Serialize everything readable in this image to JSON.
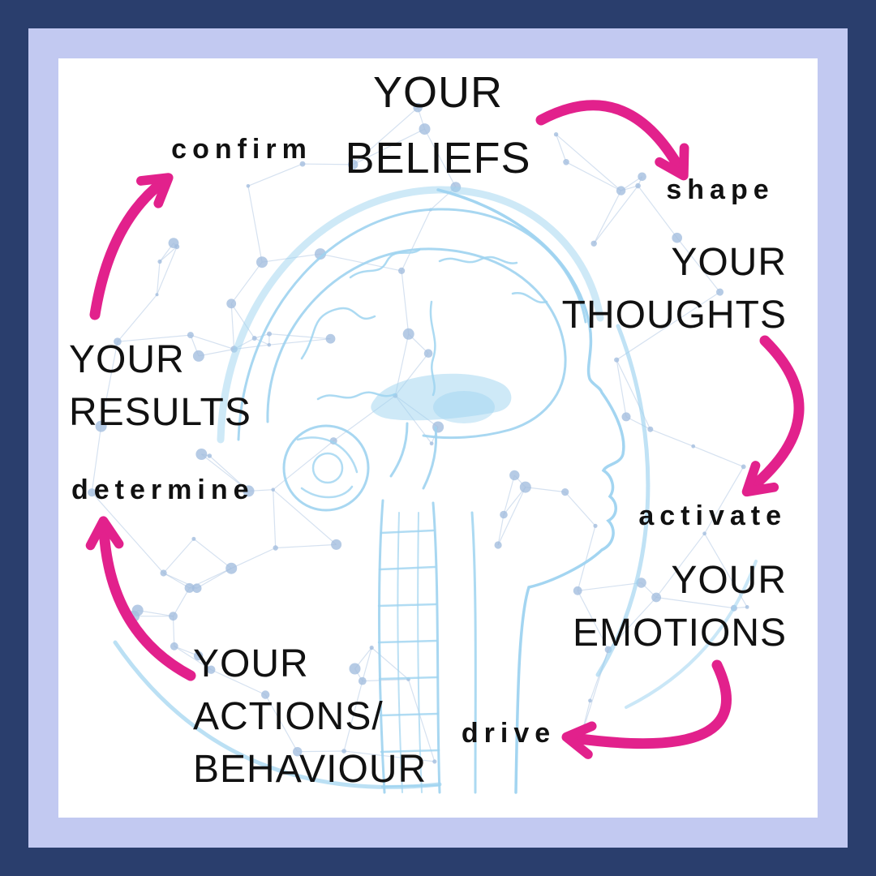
{
  "poster": {
    "colors": {
      "outer_border": "#2A3E6D",
      "inner_border": "#C2C9F1",
      "background": "#FFFFFF",
      "arrow_pink": "#E2218C",
      "brain_blue": "#9ED3F0",
      "mesh_blue": "#A4BEDE",
      "text": "#111111"
    },
    "cycle": {
      "nodes": [
        {
          "id": "beliefs",
          "lines": [
            "YOUR",
            "BELIEFS"
          ]
        },
        {
          "id": "thoughts",
          "lines": [
            "YOUR",
            "THOUGHTS"
          ]
        },
        {
          "id": "emotions",
          "lines": [
            "YOUR",
            "EMOTIONS"
          ]
        },
        {
          "id": "actions-behaviour",
          "lines": [
            "YOUR",
            "ACTIONS/",
            "BEHAVIOUR"
          ]
        },
        {
          "id": "results",
          "lines": [
            "YOUR",
            "RESULTS"
          ]
        }
      ],
      "connectors": [
        {
          "from": "beliefs",
          "to": "thoughts",
          "label": "shape"
        },
        {
          "from": "thoughts",
          "to": "emotions",
          "label": "activate"
        },
        {
          "from": "emotions",
          "to": "actions-behaviour",
          "label": "drive"
        },
        {
          "from": "actions-behaviour",
          "to": "results",
          "label": "determine"
        },
        {
          "from": "results",
          "to": "beliefs",
          "label": "confirm"
        }
      ]
    },
    "illustration": {
      "name": "brain-network",
      "description": "light blue anatomical head profile with brain, cerebellum and spine over a polygonal network-mesh sphere"
    }
  }
}
